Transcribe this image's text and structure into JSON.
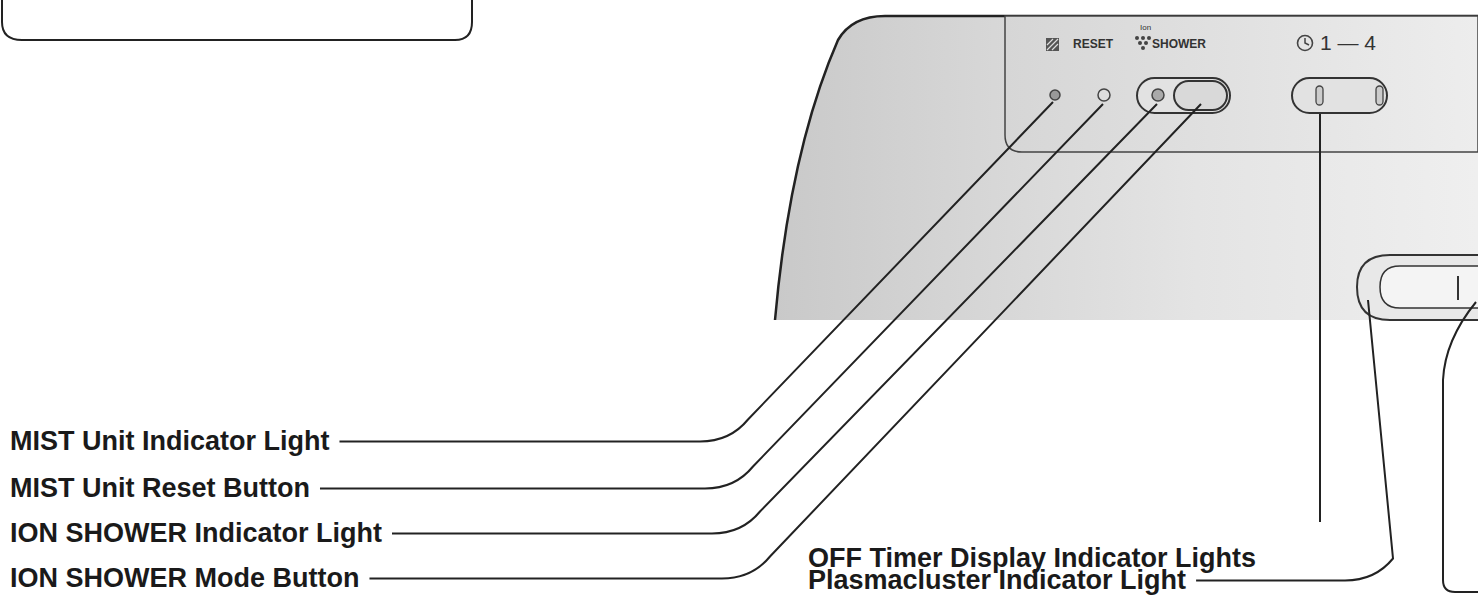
{
  "diagram": {
    "labels": [
      "RESET",
      "Ion",
      "SHOWER",
      "1 — 4",
      "MIST Unit Indicator Light",
      "MIST Unit Reset Button",
      "ION SHOWER Indicator Light",
      "ION SHOWER Mode Button",
      "OFF Timer Display Indicator Lights",
      "Plasmacluster Indicator Light"
    ]
  }
}
